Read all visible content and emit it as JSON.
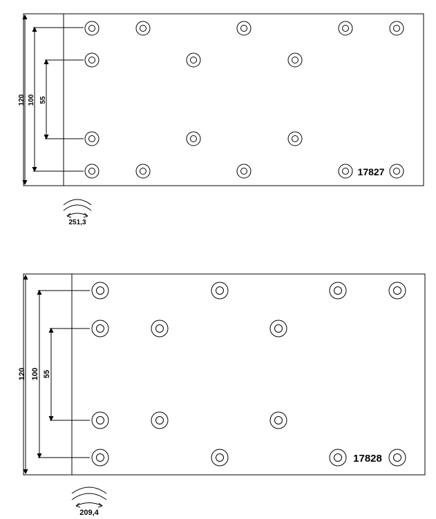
{
  "drawings": [
    {
      "part_number": "17827",
      "dimensions": {
        "overall_height": "120",
        "outer_hole_spacing": "100",
        "inner_hole_spacing": "55"
      },
      "arc_length": "251,3"
    },
    {
      "part_number": "17828",
      "dimensions": {
        "overall_height": "120",
        "outer_hole_spacing": "100",
        "inner_hole_spacing": "55"
      },
      "arc_length": "209,4"
    }
  ]
}
